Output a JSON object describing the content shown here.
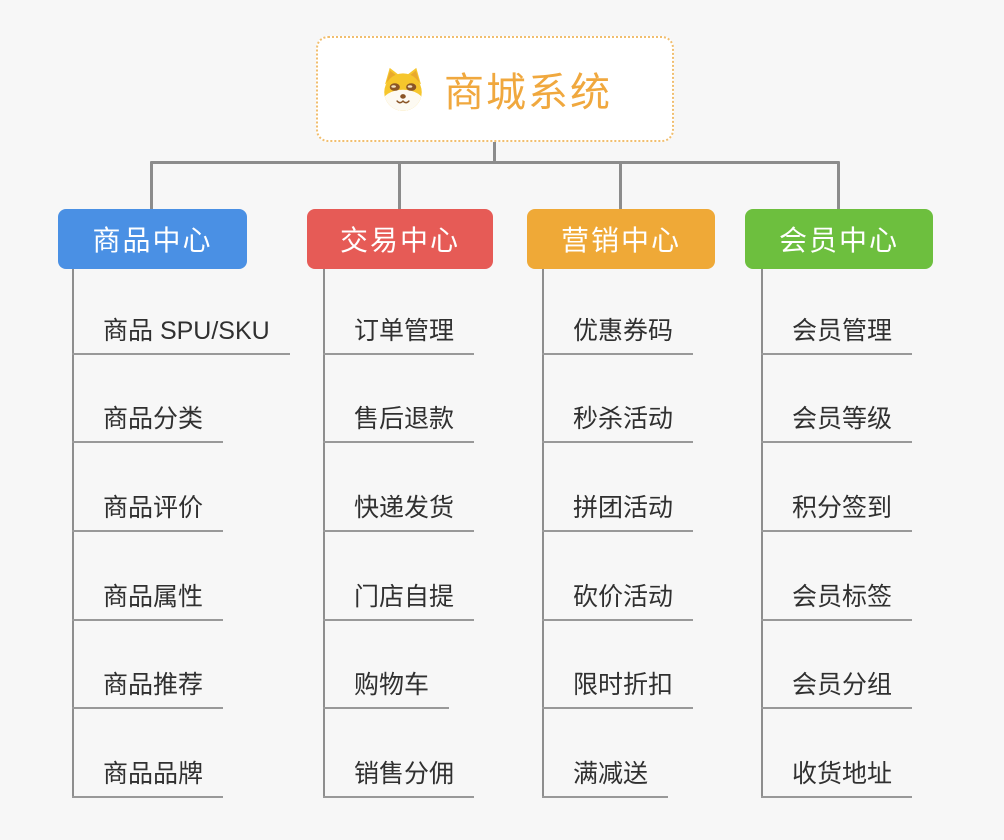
{
  "root": {
    "title": "商城系统",
    "icon": "dog-face-icon"
  },
  "canvas": {
    "background": "#f7f7f7",
    "connector_color": "#8c8c8c",
    "leaf_underline_color": "#999999",
    "leaf_text_color": "#303030",
    "root_border_color": "#f1be6e",
    "root_title_color": "#f0a83e"
  },
  "branches": [
    {
      "id": "product-center",
      "label": "商品中心",
      "color": "#4a90e4",
      "children": [
        "商品 SPU/SKU",
        "商品分类",
        "商品评价",
        "商品属性",
        "商品推荐",
        "商品品牌"
      ]
    },
    {
      "id": "trade-center",
      "label": "交易中心",
      "color": "#e65b56",
      "children": [
        "订单管理",
        "售后退款",
        "快递发货",
        "门店自提",
        "购物车",
        "销售分佣"
      ]
    },
    {
      "id": "marketing-center",
      "label": "营销中心",
      "color": "#efa937",
      "children": [
        "优惠券码",
        "秒杀活动",
        "拼团活动",
        "砍价活动",
        "限时折扣",
        "满减送"
      ]
    },
    {
      "id": "member-center",
      "label": "会员中心",
      "color": "#6dbf3e",
      "children": [
        "会员管理",
        "会员等级",
        "积分签到",
        "会员标签",
        "会员分组",
        "收货地址"
      ]
    }
  ]
}
